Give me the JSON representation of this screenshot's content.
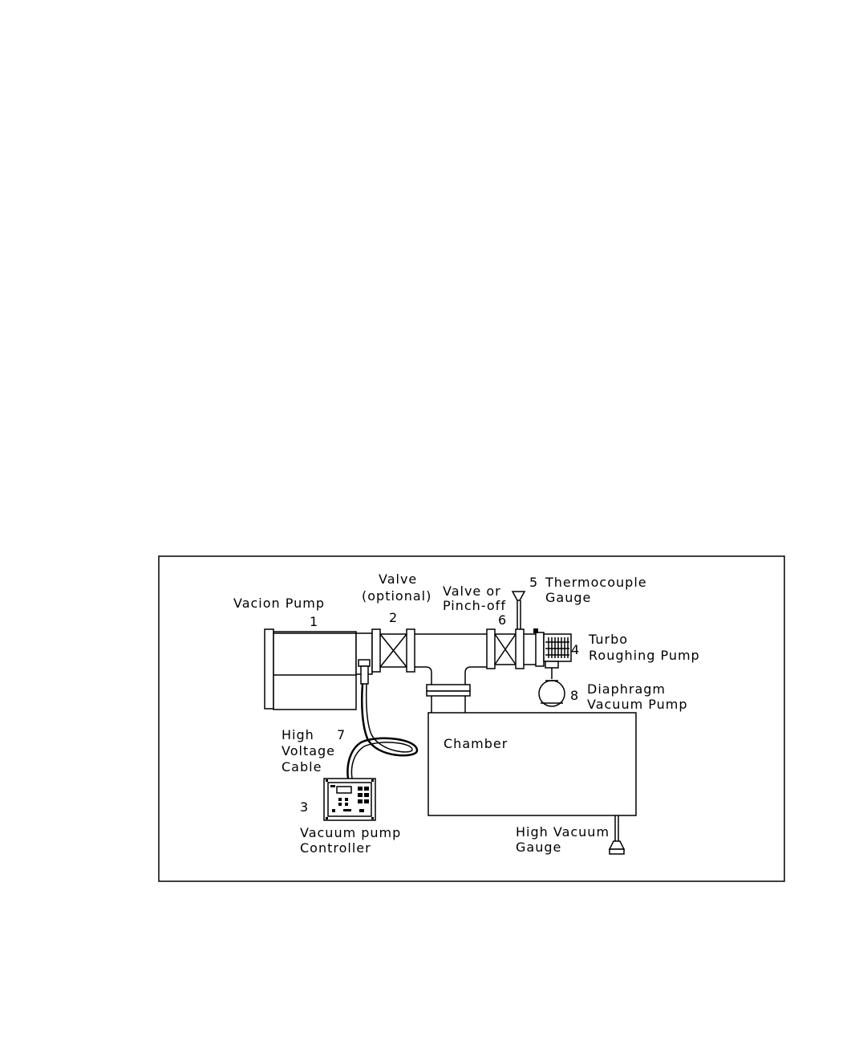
{
  "labels": {
    "vacion_pump": "Vacion Pump",
    "num_1": "1",
    "valve_optional_line1": "Valve",
    "valve_optional_line2": "(optional)",
    "num_2": "2",
    "valve_pinch_line1": "Valve or",
    "valve_pinch_line2": "Pinch-off",
    "num_6": "6",
    "num_5": "5",
    "thermocouple_line1": "Thermocouple",
    "thermocouple_line2": "Gauge",
    "num_4": "4",
    "turbo_line1": "Turbo",
    "turbo_line2": "Roughing Pump",
    "num_8": "8",
    "diaphragm_line1": "Diaphragm",
    "diaphragm_line2": "Vacuum Pump",
    "high_voltage_line1": "High",
    "num_7": "7",
    "high_voltage_line2": "Voltage",
    "high_voltage_line3": "Cable",
    "chamber": "Chamber",
    "num_3": "3",
    "controller_line1": "Vacuum pump",
    "controller_line2": "Controller",
    "high_vacuum_line1": "High Vacuum",
    "high_vacuum_line2": "Gauge"
  }
}
